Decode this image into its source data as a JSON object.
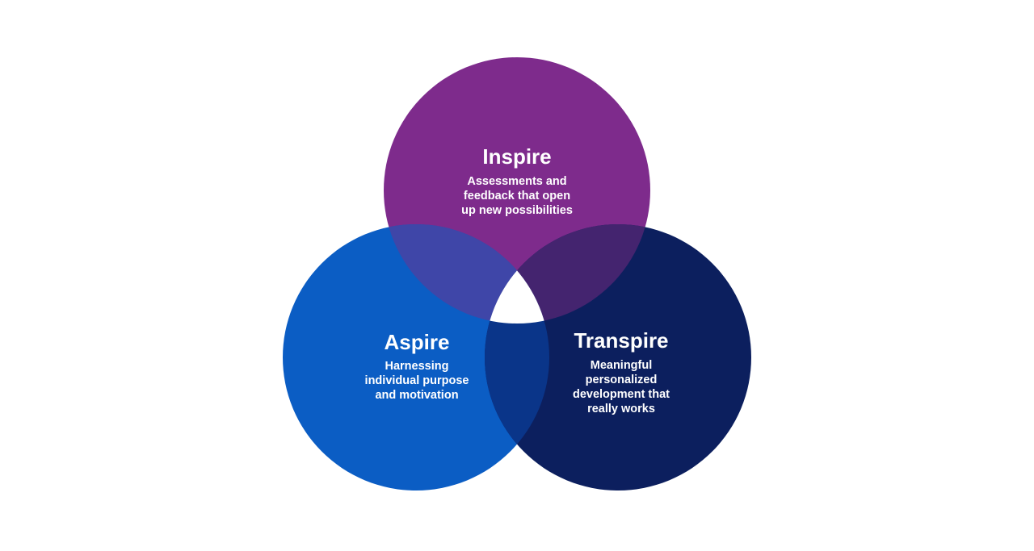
{
  "diagram": {
    "circles": [
      {
        "title": "Inspire",
        "lines": [
          "Assessments and",
          "feedback that open",
          "up new possibilities"
        ],
        "color": "#7e2b8c"
      },
      {
        "title": "Aspire",
        "lines": [
          "Harnessing",
          "individual purpose",
          "and motivation"
        ],
        "color": "#0b5dc4"
      },
      {
        "title": "Transpire",
        "lines": [
          "Meaningful",
          "personalized",
          "development that",
          "really works"
        ],
        "color": "#0c1f5e"
      }
    ],
    "overlap_colors": {
      "inspire_aspire": "#3f46a8",
      "inspire_transpire": "#44246f",
      "aspire_transpire": "#0a3589"
    },
    "center_color": "#ffffff"
  }
}
